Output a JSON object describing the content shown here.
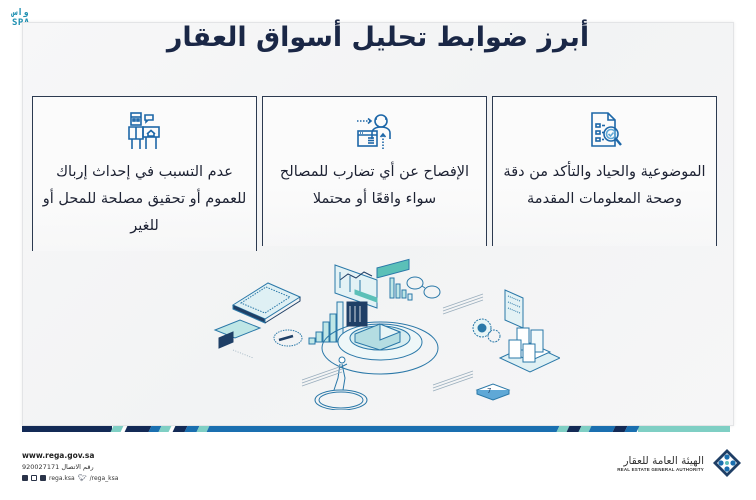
{
  "brand": {
    "spa_logo_lines": [
      "واس",
      "SPA"
    ],
    "accent_color": "#1a6fb0",
    "dark_navy": "#132a56",
    "teal": "#7fcfc4"
  },
  "header": {
    "title": "أبرز ضوابط تحليل أسواق العقار"
  },
  "cards": [
    {
      "icon": "document-magnifier-check-icon",
      "text": "الموضوعية والحياد والتأكد من دقة وصحة المعلومات المقدمة"
    },
    {
      "icon": "person-disclosure-icon",
      "text": "الإفصاح عن أي تضارب للمصالح سواء واقعًا أو محتملا"
    },
    {
      "icon": "agent-property-sign-icon",
      "text": "عدم التسبب في إحداث إرباك للعموم أو تحقيق مصلحة للمحل أو للغير"
    }
  ],
  "illustration": {
    "description": "isometric-real-estate-market-analysis-illustration"
  },
  "footer": {
    "website": "www.rega.gov.sa",
    "phone_label": "رقم الاتصال",
    "phone_number": "920027171",
    "social_handle": "rega.ksa",
    "twitter_handle": "/rega_ksa",
    "org_name_ar": "الهيئة العامة للعقار",
    "org_name_en": "REAL ESTATE GENERAL AUTHORITY"
  }
}
